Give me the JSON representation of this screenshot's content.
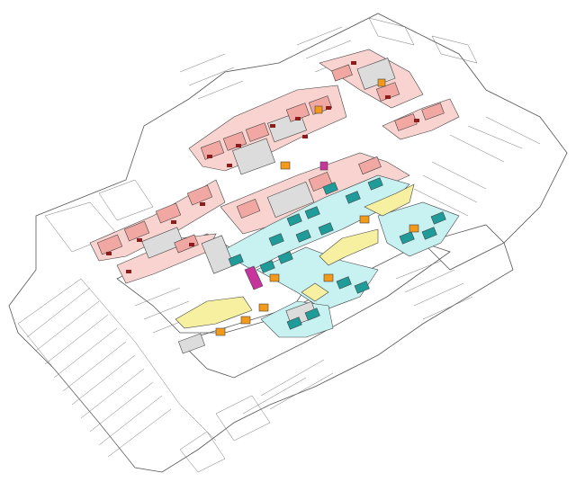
{
  "palette": {
    "background": "#ffffff",
    "outline": "#444444",
    "existing": "#ffffff",
    "shaded": "#dcdcdc",
    "zone_pink": "#f8d3cf",
    "zone_cyan": "#c8f1f2",
    "block_red": "#f1a7a2",
    "block_darkred": "#8c1d1d",
    "block_teal": "#1f9c9a",
    "block_orange": "#f39a1b",
    "block_yellow": "#f6f0a0",
    "block_magenta": "#c8349e",
    "block_grey": "#bdbdbd"
  },
  "layers": [
    {
      "name": "existing-fabric",
      "fill": "#ffffff"
    },
    {
      "name": "pink-zone",
      "fill": "#f8d3cf"
    },
    {
      "name": "cyan-zone",
      "fill": "#c8f1f2"
    },
    {
      "name": "yellow-blocks",
      "fill": "#f6f0a0"
    },
    {
      "name": "teal-blocks",
      "fill": "#1f9c9a"
    },
    {
      "name": "orange-blocks",
      "fill": "#f39a1b"
    },
    {
      "name": "magenta-blocks",
      "fill": "#c8349e"
    }
  ]
}
